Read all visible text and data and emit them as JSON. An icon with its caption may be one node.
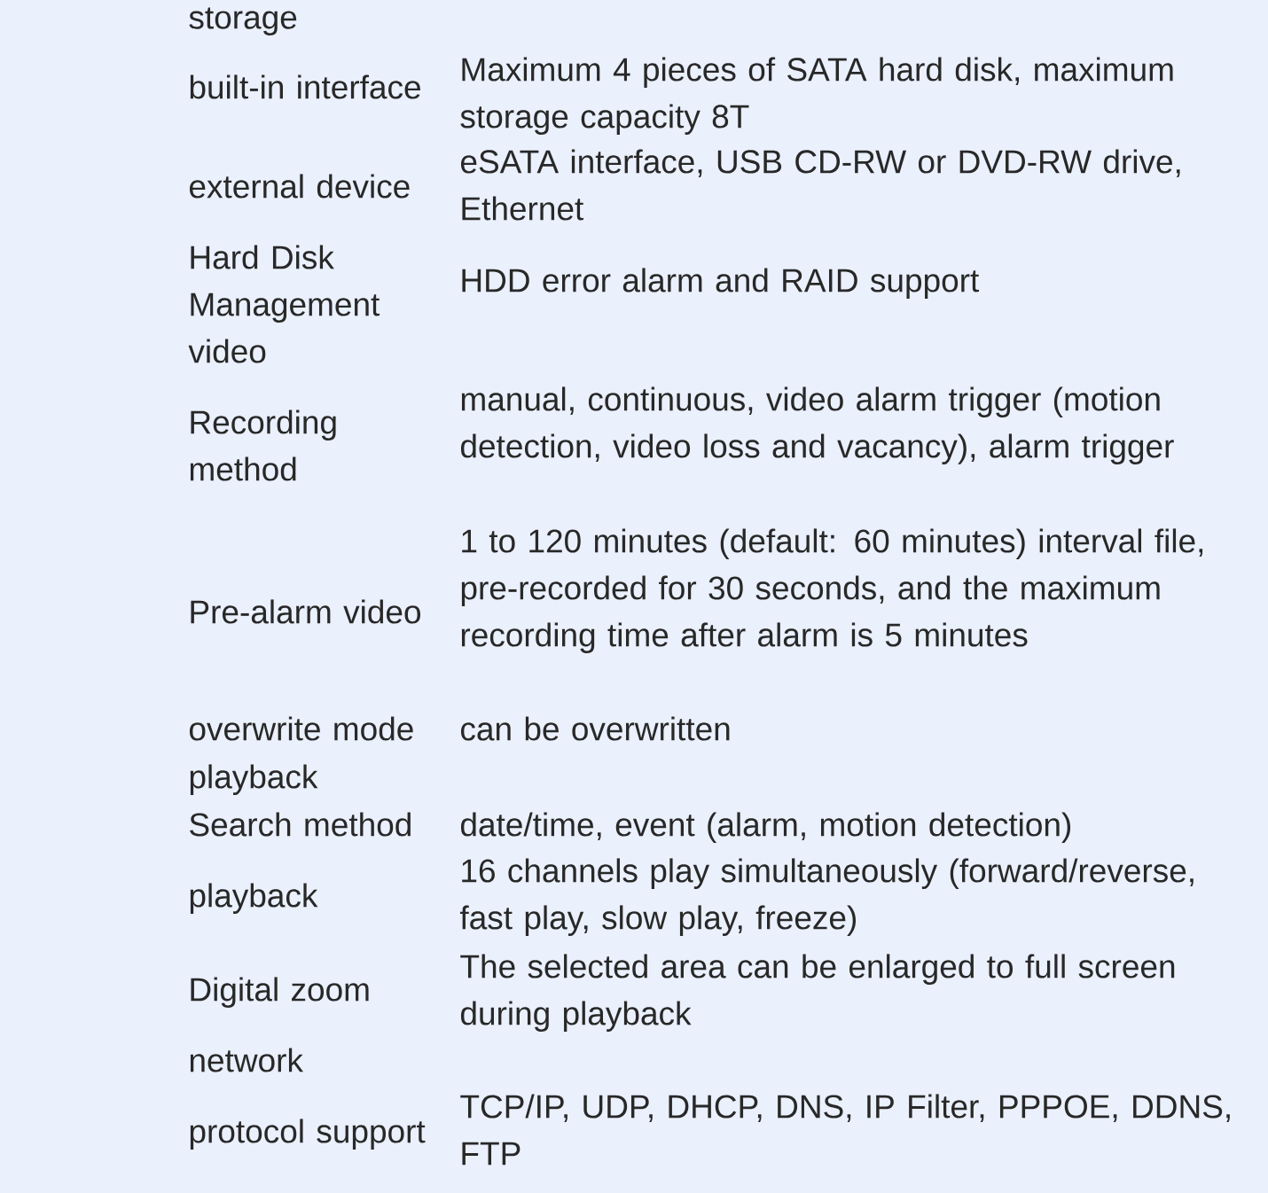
{
  "diagram": {
    "labels": [
      "storage",
      "built-in interface",
      "Maximum 4 pieces of SATA hard disk, maximum storage capacity 8T",
      "external device",
      "eSATA interface, USB CD-RW or DVD-RW drive, Ethernet",
      "Hard Disk Management",
      "HDD error alarm and RAID support",
      "video",
      "Recording method",
      "manual, continuous, video alarm trigger (motion detection, video loss and vacancy), alarm trigger",
      "Pre-alarm video",
      "1 to 120 minutes (default: 60 minutes) interval file, pre-recorded for 30 seconds, and the maximum recording time after alarm is 5 minutes",
      "overwrite mode",
      "can be overwritten",
      "playback",
      "Search method",
      "date/time, event (alarm, motion detection)",
      "playback",
      "16 channels play simultaneously (forward/reverse, fast play, slow play, freeze)",
      "Digital zoom",
      "The selected area can be enlarged to full screen during playback",
      "network",
      "protocol support",
      "TCP/IP, UDP, DHCP, DNS, IP Filter, PPPOE, DDNS, FTP"
    ]
  }
}
